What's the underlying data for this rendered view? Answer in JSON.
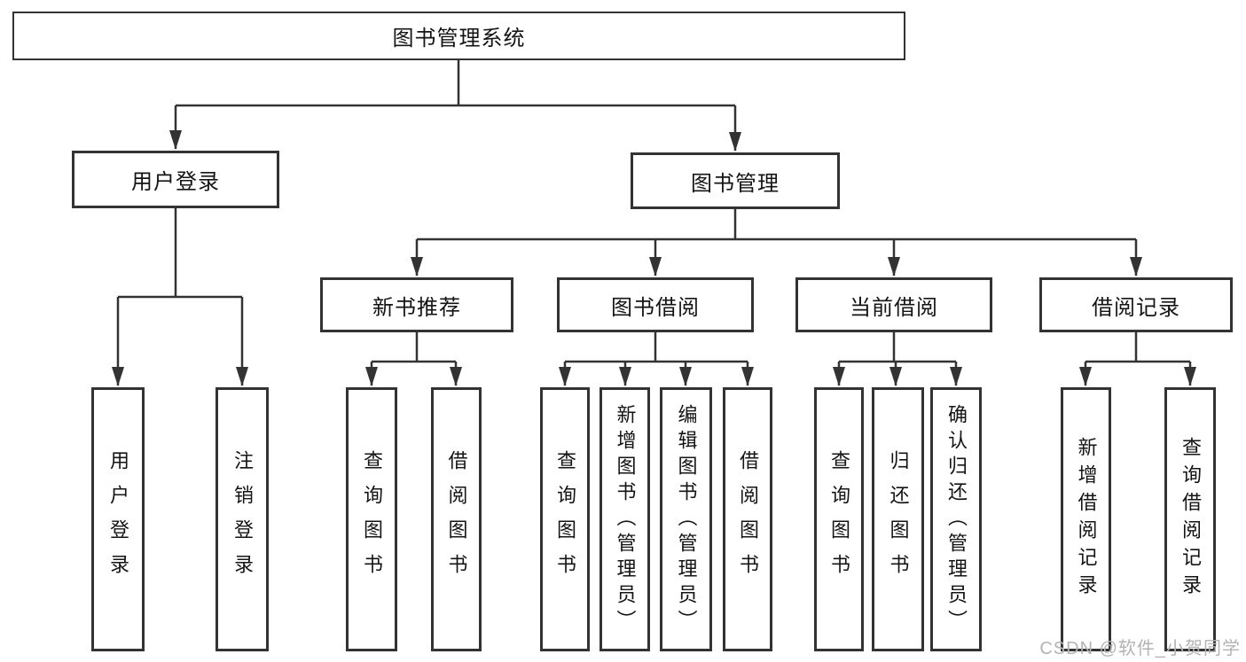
{
  "diagram": {
    "title": "图书管理系统",
    "nodes": {
      "root": "图书管理系统",
      "user_login": "用户登录",
      "book_mgmt": "图书管理",
      "new_book_rec": "新书推荐",
      "book_borrow": "图书借阅",
      "current_borrow": "当前借阅",
      "borrow_records": "借阅记录",
      "leaf_login": "用户登录",
      "leaf_logout": "注销登录",
      "leaf_nb_query": "查询图书",
      "leaf_nb_borrow": "借阅图书",
      "leaf_bb_query": "查询图书",
      "leaf_bb_add": "新增图书（管理员）",
      "leaf_bb_edit": "编辑图书（管理员）",
      "leaf_bb_borrow": "借阅图书",
      "leaf_cb_query": "查询图书",
      "leaf_cb_return": "归还图书",
      "leaf_cb_confirm": "确认归还（管理员）",
      "leaf_rec_add": "新增借阅记录",
      "leaf_rec_query": "查询借阅记录"
    },
    "hierarchy": {
      "图书管理系统": {
        "用户登录": [
          "用户登录",
          "注销登录"
        ],
        "图书管理": {
          "新书推荐": [
            "查询图书",
            "借阅图书"
          ],
          "图书借阅": [
            "查询图书",
            "新增图书（管理员）",
            "编辑图书（管理员）",
            "借阅图书"
          ],
          "当前借阅": [
            "查询图书",
            "归还图书",
            "确认归还（管理员）"
          ],
          "借阅记录": [
            "新增借阅记录",
            "查询借阅记录"
          ]
        }
      }
    }
  },
  "watermark": "CSDN @软件_小贺同学",
  "colors": {
    "line": "#333333",
    "box_border": "#333333",
    "text": "#141414",
    "watermark": "#b3b3b3",
    "background": "#ffffff"
  }
}
